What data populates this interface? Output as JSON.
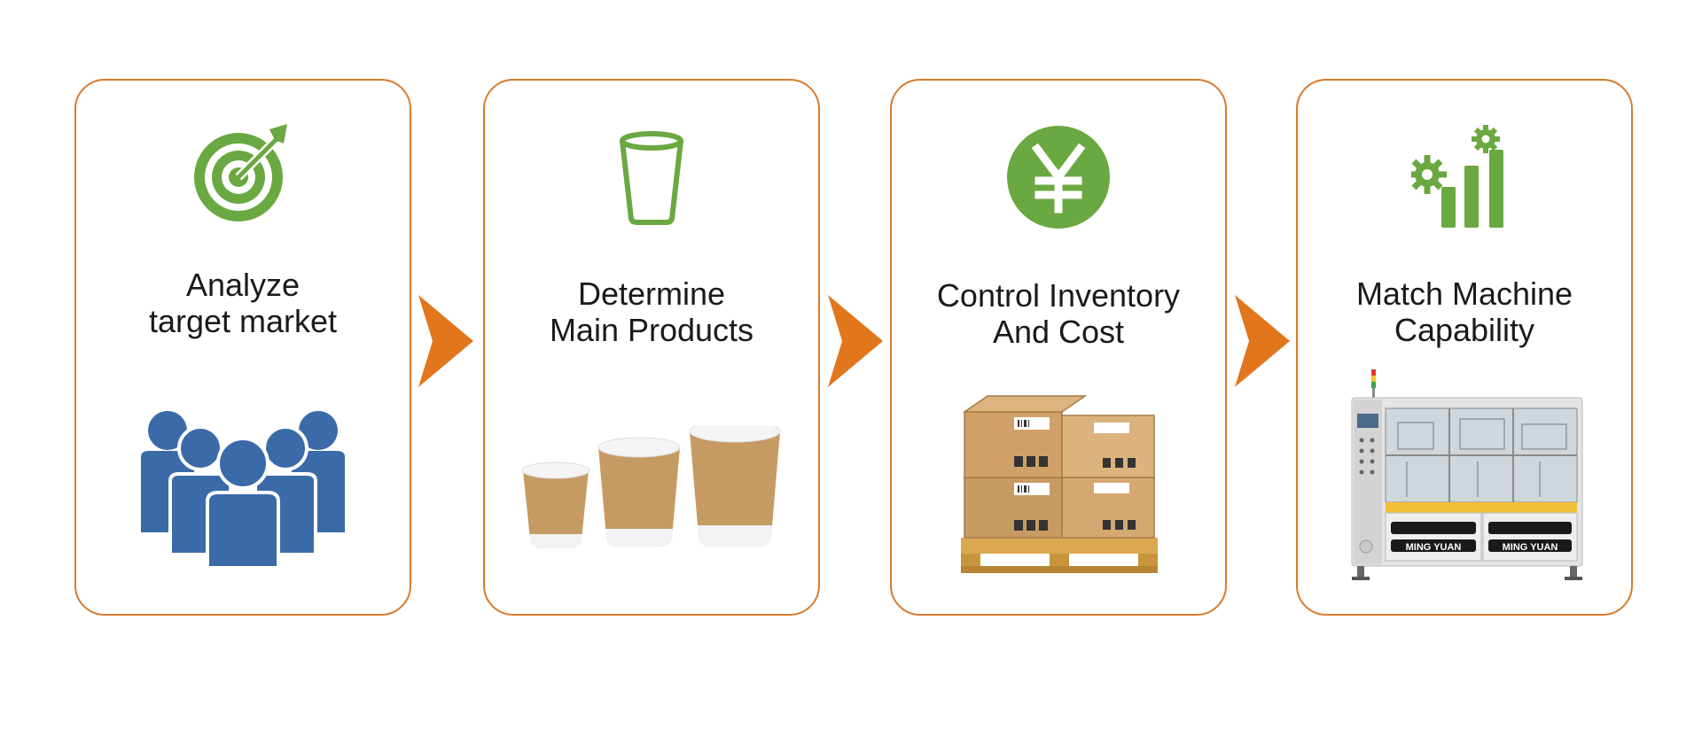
{
  "steps": [
    {
      "line1": "Analyze",
      "line2": "target market",
      "icon": "target-icon",
      "image": "people-group"
    },
    {
      "line1": "Determine",
      "line2": "Main Products",
      "icon": "cup-icon",
      "image": "kraft-paper-cups"
    },
    {
      "line1": "Control Inventory",
      "line2": "And Cost",
      "icon": "yen-icon",
      "image": "boxes-on-pallet"
    },
    {
      "line1": "Match Machine",
      "line2": "Capability",
      "icon": "gear-bar-chart-icon",
      "image": "cup-forming-machine"
    }
  ],
  "machine_brand": "MING YUAN",
  "colors": {
    "border": "#d97a2b",
    "arrow": "#e2761c",
    "icon_green": "#6aa841",
    "people_blue": "#3a6aa8",
    "kraft": "#c59a63"
  }
}
